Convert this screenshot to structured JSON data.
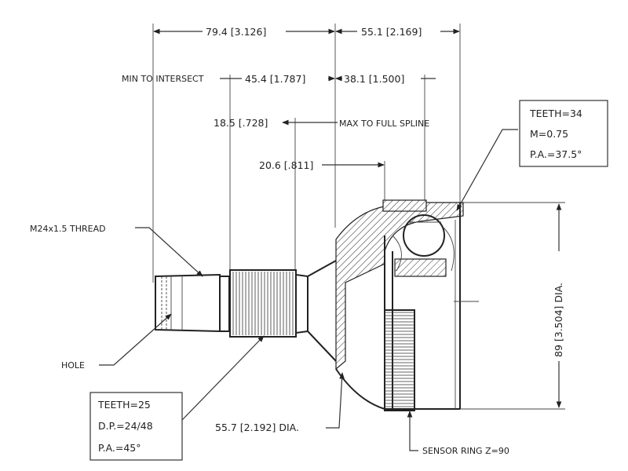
{
  "dimensions": {
    "overall_left": "79.4 [3.126]",
    "overall_right": "55.1 [2.169]",
    "min_to_intersect_label": "MIN TO INTERSECT",
    "min_to_intersect_value": "45.4 [1.787]",
    "right_spline": "38.1 [1.500]",
    "spline_length": "18.5 [.728]",
    "max_to_full_spline": "MAX TO FULL SPLINE",
    "offset": "20.6 [.811]",
    "shaft_dia": "55.7 [2.192] DIA.",
    "outer_dia": "89 [3.504] DIA."
  },
  "labels": {
    "thread": "M24x1.5 THREAD",
    "hole": "HOLE",
    "sensor_ring": "SENSOR RING Z=90"
  },
  "spec_inner": {
    "teeth": "TEETH=34",
    "module": "M=0.75",
    "pressure_angle": "P.A.=37.5°"
  },
  "spec_outer": {
    "teeth": "TEETH=25",
    "diametral_pitch": "D.P.=24/48",
    "pressure_angle": "P.A.=45°"
  }
}
